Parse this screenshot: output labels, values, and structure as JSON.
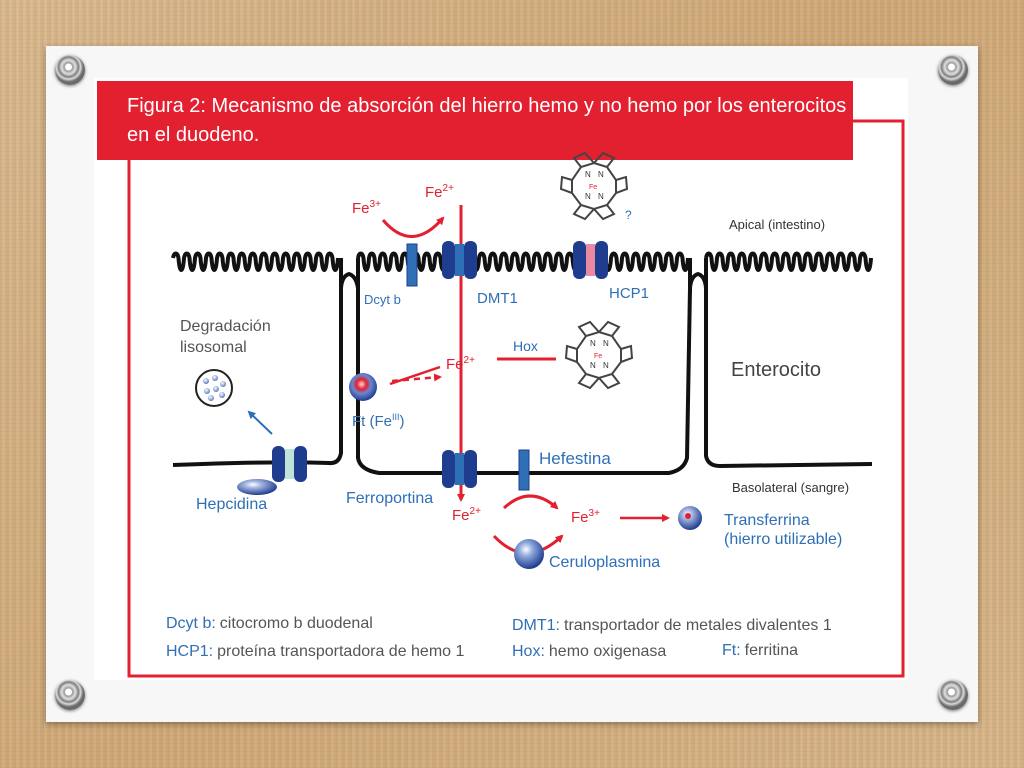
{
  "figure": {
    "title_line1": "Figura 2: Mecanismo de absorción del hierro hemo y no hemo por los enterocitos",
    "title_line2": "en el duodeno."
  },
  "labels": {
    "fe3_top": "Fe",
    "fe3_top_sup": "3+",
    "fe2_top": "Fe",
    "fe2_top_sup": "2+",
    "heme_fe": "Fe",
    "question": "?",
    "apical": "Apical (intestino)",
    "dcytb": "Dcyt b",
    "dmt1": "DMT1",
    "hcp1": "HCP1",
    "degradacion_1": "Degradación",
    "degradacion_2": "lisosomal",
    "hox": "Hox",
    "fe2_center": "Fe",
    "fe2_center_sup": "2+",
    "enterocito": "Enterocito",
    "ft": "Ft (Fe",
    "ft_sup": "III",
    "ft_close": ")",
    "hefestina": "Hefestina",
    "hepcidina": "Hepcidina",
    "ferroportina": "Ferroportina",
    "basolateral": "Basolateral (sangre)",
    "fe2_bottom": "Fe",
    "fe2_bottom_sup": "2+",
    "fe3_bottom": "Fe",
    "fe3_bottom_sup": "3+",
    "transferrina_1": "Transferrina",
    "transferrina_2": "(hierro utilizable)",
    "ceruloplasmina": "Ceruloplasmina"
  },
  "legend": {
    "dcytb_key": "Dcyt b:",
    "dcytb_val": "citocromo b duodenal",
    "dmt1_key": "DMT1:",
    "dmt1_val": "transportador de metales divalentes 1",
    "hcp1_key": "HCP1:",
    "hcp1_val": "proteína transportadora de hemo 1",
    "hox_key": "Hox:",
    "hox_val": "hemo oxigenasa",
    "ft_key": "Ft:",
    "ft_val": "ferritina"
  },
  "colors": {
    "red": "#e2202f",
    "blue": "#2f6fb5",
    "navy": "#1f3d8f",
    "dark": "#1a1a1a",
    "gray": "#555555"
  }
}
